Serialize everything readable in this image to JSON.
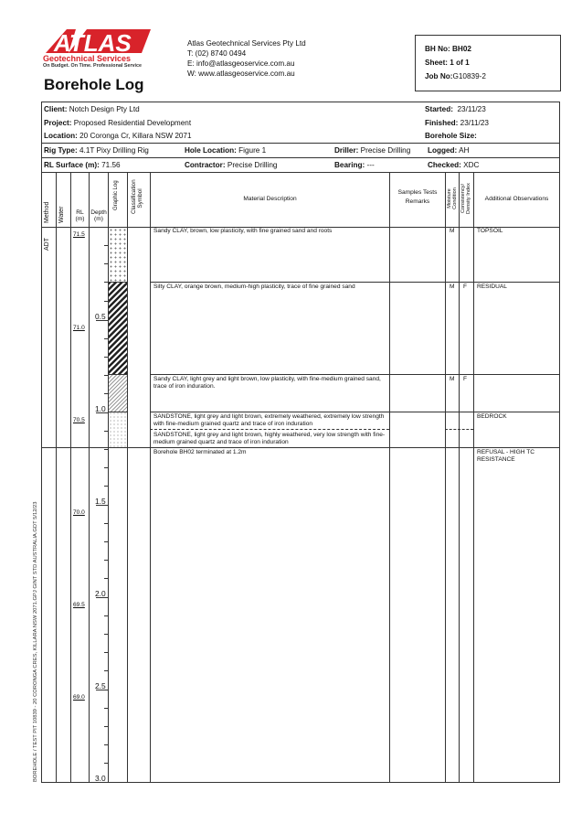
{
  "company": {
    "logo_word": "ATLAS",
    "logo_sub": "Geotechnical Services",
    "logo_tag": "On Budget. On Time. Professional Service",
    "name": "Atlas Geotechnical Services Pty Ltd",
    "phone": "T:   (02) 8740 0494",
    "email": "E:   info@atlasgeoservice.com.au",
    "web": "W:   www.atlasgeoservice.com.au",
    "colors": {
      "brand_red": "#d8232a",
      "brand_dark": "#333333"
    }
  },
  "title": "Borehole Log",
  "ref": {
    "bh": "BH No: BH02",
    "sheet": "Sheet:  1  of  1",
    "job_label": "Job No:",
    "job_value": "G10839-2"
  },
  "info": {
    "client_label": "Client:",
    "client": "Notch Design Pty Ltd",
    "project_label": "Project:",
    "project": "Proposed Residential Development",
    "location_label": "Location:",
    "location": "20 Coronga Cr, Killara NSW 2071",
    "started_label": "Started:",
    "started": "23/11/23",
    "finished_label": "Finished:",
    "finished": "23/11/23",
    "bhsize_label": "Borehole Size:",
    "rig_label": "Rig Type:",
    "rig": "4.1T Pixy Drilling Rig",
    "holeloc_label": "Hole Location:",
    "holeloc": "Figure 1",
    "driller_label": "Driller:",
    "driller": "Precise Drilling",
    "logged_label": "Logged:",
    "logged": "AH",
    "rl_label": "RL Surface (m):",
    "rl": "71.56",
    "contractor_label": "Contractor:",
    "contractor": "Precise Drilling",
    "bearing_label": "Bearing:",
    "bearing": "---",
    "checked_label": "Checked:",
    "checked": "XDC"
  },
  "columns": {
    "method": "Method",
    "water": "Water",
    "rl": "RL (m)",
    "depth": "Depth (m)",
    "graphic": "Graphic Log",
    "class": "Classification Symbol",
    "material": "Material Description",
    "samples": "Samples Tests Remarks",
    "moisture": "Moisture Condition",
    "consistency": "Consistency/ Density Index",
    "obs": "Additional Observations"
  },
  "method": "ADT",
  "rl_labels": [
    "71.5",
    "71.0",
    "70.5",
    "70.0",
    "69.5",
    "69.0"
  ],
  "depth_labels": [
    "0.5",
    "1.0",
    "1.5",
    "2.0",
    "2.5",
    "3.0"
  ],
  "layers": [
    {
      "desc": "Sandy CLAY, brown, low plasticity, with fine grained sand and roots",
      "moisture": "M",
      "consistency": "",
      "obs": "TOPSOIL"
    },
    {
      "desc": "Silty CLAY, orange brown, medium-high plasticity, trace of fine grained sand",
      "moisture": "M",
      "consistency": "F",
      "obs": "RESIDUAL"
    },
    {
      "desc": "Sandy CLAY, light grey and light brown, low plasticity, with fine-medium grained sand, trace of iron induration.",
      "moisture": "M",
      "consistency": "F",
      "obs": ""
    },
    {
      "desc": "SANDSTONE, light grey and light brown, extremely weathered, extremely low strength with fine-medium grained quartz and trace of iron induration",
      "moisture": "",
      "consistency": "",
      "obs": "BEDROCK"
    },
    {
      "desc": "SANDSTONE, light grey and light brown, highly weathered, very low strength with fine-medium grained quartz and trace of iron induration",
      "moisture": "",
      "consistency": "",
      "obs": ""
    },
    {
      "desc": "Borehole BH02 terminated at 1.2m",
      "moisture": "",
      "consistency": "",
      "obs": "REFUSAL - HIGH TC RESISTANCE"
    }
  ],
  "footer": "BOREHOLE / TEST PIT  10839 - 20 CORONGA CRES, KILLARA NSW 2071.GPJ  GINT STD AUSTRALIA.GDT  5/12/23"
}
